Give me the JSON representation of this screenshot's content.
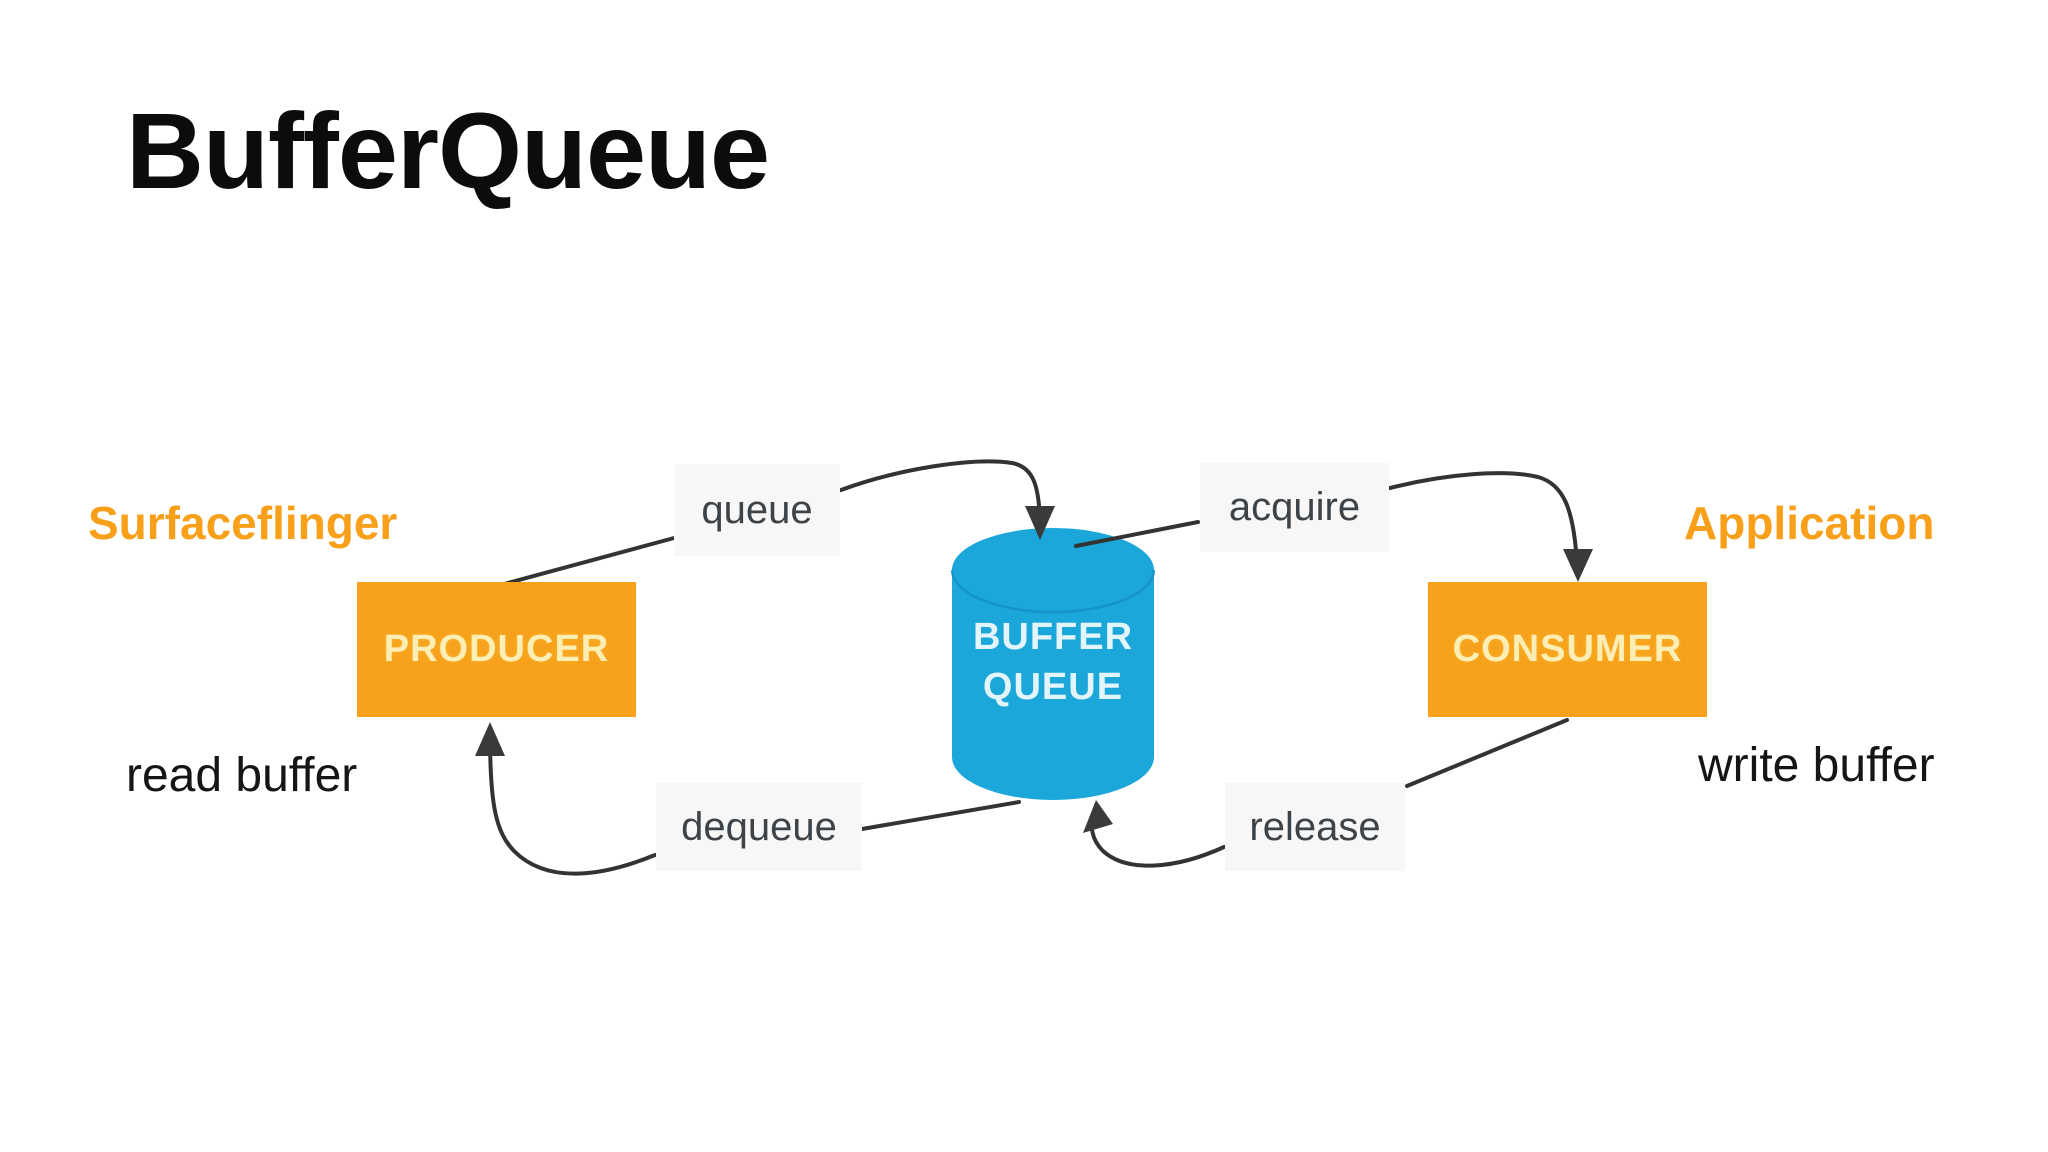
{
  "title": "BufferQueue",
  "colors": {
    "accent_orange": "#f7a11c",
    "orange_text": "#f9a01b",
    "cylinder_blue": "#1ba7da",
    "cylinder_seam": "#1590bf",
    "connector_dark": "#333333",
    "edge_label_bg": "#f7f7f8",
    "edge_label_text": "#3e4347",
    "node_text": "#fdeeb5"
  },
  "diagram": {
    "systems": {
      "left": {
        "name": "Surfaceflinger",
        "action": "read buffer"
      },
      "right": {
        "name": "Application",
        "action": "write buffer"
      }
    },
    "nodes": {
      "producer": "PRODUCER",
      "consumer": "CONSUMER",
      "buffer_queue_line1": "BUFFER",
      "buffer_queue_line2": "QUEUE"
    },
    "edges": {
      "queue": "queue",
      "acquire": "acquire",
      "dequeue": "dequeue",
      "release": "release"
    }
  }
}
